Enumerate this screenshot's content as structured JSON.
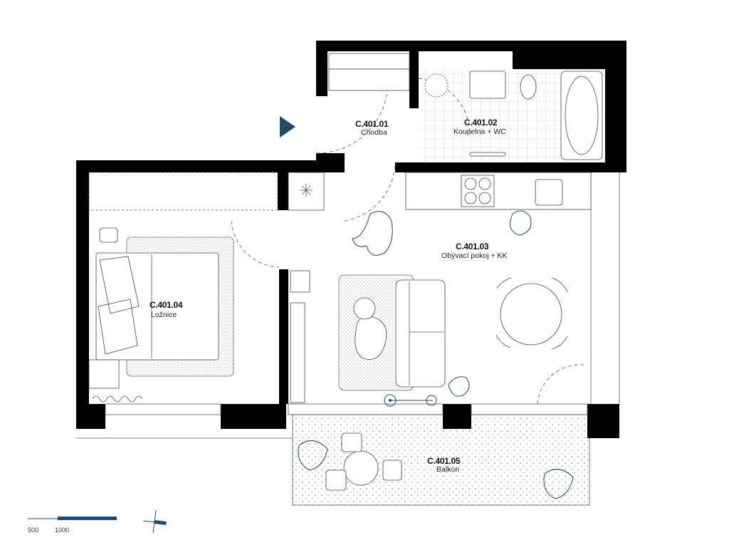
{
  "accent_color": "#1f4a6b",
  "rooms": [
    {
      "code": "C.401.01",
      "name": "Chodba"
    },
    {
      "code": "C.401.02",
      "name": "Koupelna + WC"
    },
    {
      "code": "C.401.03",
      "name": "Obývací pokoj + KK"
    },
    {
      "code": "C.401.04",
      "name": "Ložnice"
    },
    {
      "code": "C.401.05",
      "name": "Balkon"
    }
  ],
  "scale_bar": {
    "labels": [
      "500",
      "1000"
    ]
  },
  "icons": [
    "entrance-arrow-icon",
    "north-arrow-icon"
  ]
}
